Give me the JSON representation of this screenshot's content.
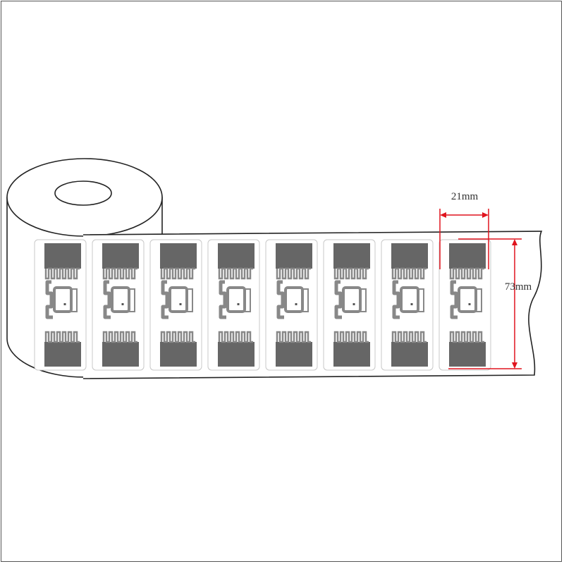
{
  "labels": {
    "width": "21mm",
    "height": "73mm"
  },
  "tag_count": 8,
  "colors": {
    "outline": "#222222",
    "pad": "#666666",
    "antenna_fill": "#eeeeee",
    "antenna_stroke": "#888888",
    "dimension": "#e0141e"
  }
}
